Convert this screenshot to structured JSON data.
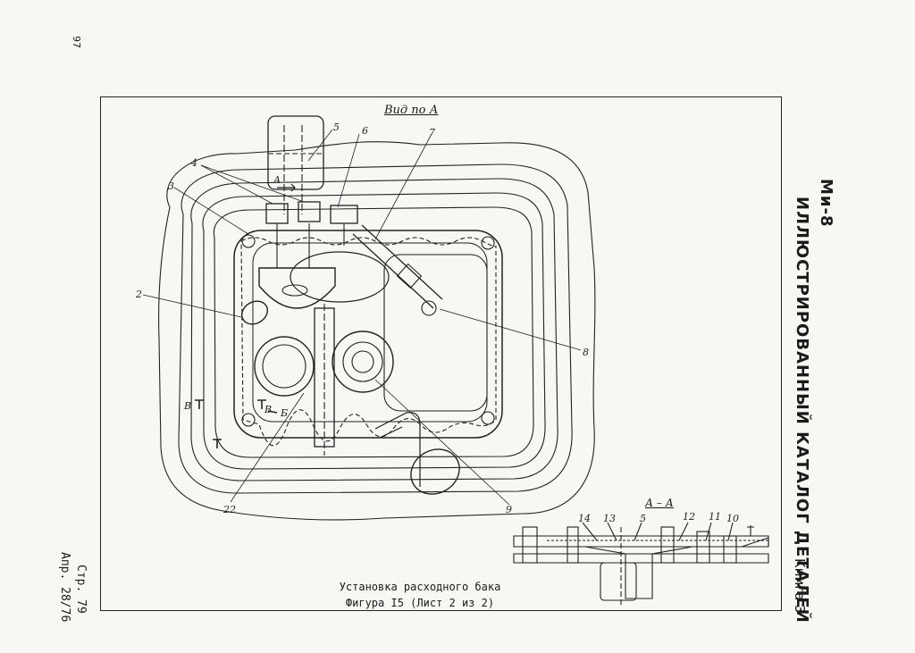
{
  "page_number": "97",
  "header": {
    "title": "Ми-8",
    "subtitle": "ИЛЛЮСТРИРОВАННЫЙ КАТАЛОГ ДЕТАЛЕЙ",
    "book": "Книга 3"
  },
  "drawing": {
    "view_label": "Вид по А",
    "section_label": "А – А",
    "small_label": "А",
    "callouts": [
      "5",
      "6",
      "7",
      "4",
      "3",
      "2",
      "8",
      "22",
      "9",
      "14",
      "13",
      "5",
      "12",
      "11",
      "10",
      "В",
      "В",
      "Б"
    ]
  },
  "caption": {
    "line1": "Установка расходного бака",
    "line2": "Фигура I5 (Лист 2 из 2)"
  },
  "stamp": {
    "page": "Стр. 79",
    "date": "Апр. 28/76"
  }
}
